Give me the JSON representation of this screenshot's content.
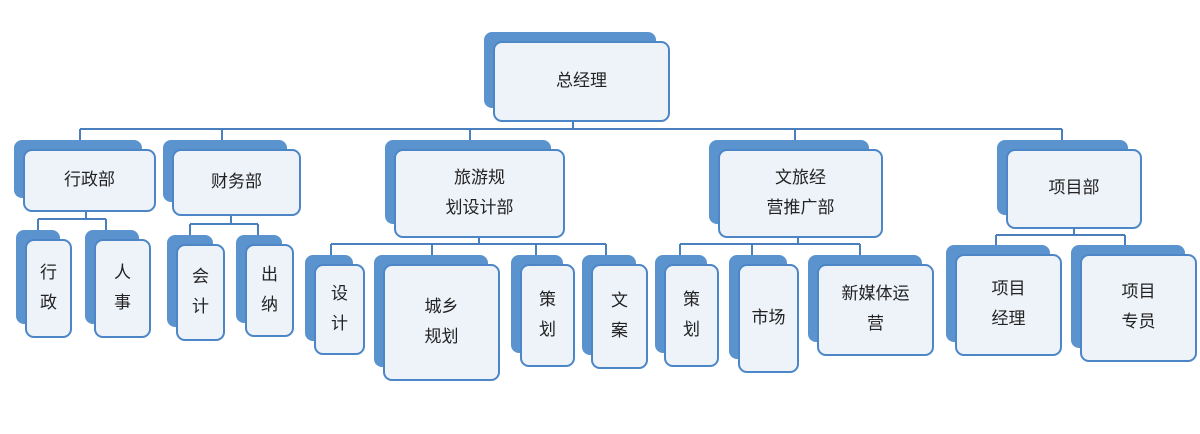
{
  "colors": {
    "accent": "#5b93cf",
    "border": "#4c86c6",
    "fill": "#eef3fa",
    "line": "#4a7fbd"
  },
  "nodes": {
    "ceo": {
      "lines": [
        "总经理"
      ]
    },
    "admin": {
      "lines": [
        "行政部"
      ]
    },
    "finance": {
      "lines": [
        "财务部"
      ]
    },
    "tourism_planning": {
      "lines": [
        "旅游规",
        "划设计部"
      ]
    },
    "culture_tourism": {
      "lines": [
        "文旅经",
        "营推广部"
      ]
    },
    "project_dept": {
      "lines": [
        "项目部"
      ]
    },
    "admin_staff": {
      "lines": [
        "行",
        "政"
      ]
    },
    "hr": {
      "lines": [
        "人",
        "事"
      ]
    },
    "accounting": {
      "lines": [
        "会",
        "计"
      ]
    },
    "cashier": {
      "lines": [
        "出",
        "纳"
      ]
    },
    "design": {
      "lines": [
        "设",
        "计"
      ]
    },
    "urban_rural": {
      "lines": [
        "城乡",
        "规划"
      ]
    },
    "planning_a": {
      "lines": [
        "策",
        "划"
      ]
    },
    "copywriting": {
      "lines": [
        "文",
        "案"
      ]
    },
    "planning_b": {
      "lines": [
        "策",
        "划"
      ]
    },
    "marketing": {
      "lines": [
        "市场"
      ]
    },
    "new_media": {
      "lines": [
        "新媒体运",
        "营"
      ]
    },
    "project_manager": {
      "lines": [
        "项目",
        "经理"
      ]
    },
    "project_specialist": {
      "lines": [
        "项目",
        "专员"
      ]
    }
  }
}
